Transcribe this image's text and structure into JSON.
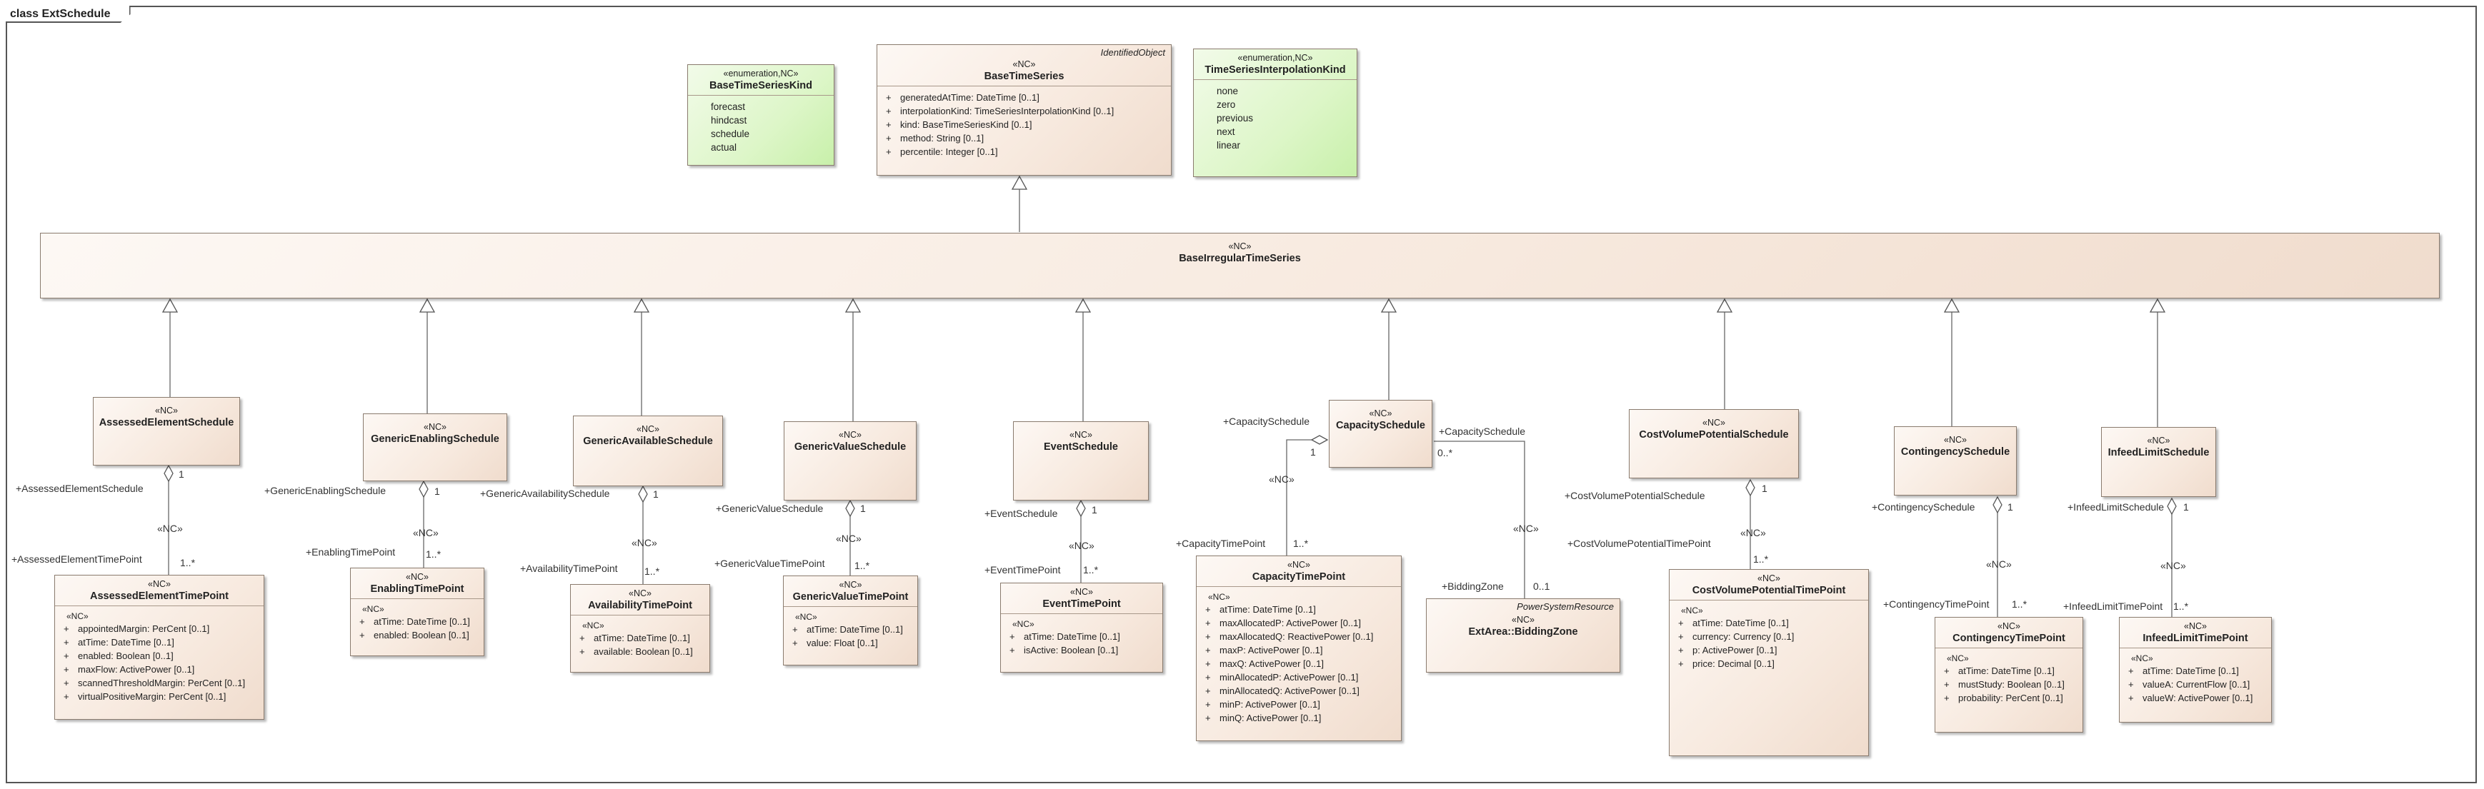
{
  "frame_title": "class ExtSchedule",
  "colors": {
    "class_fill": "#f7e9de",
    "enum_fill": "#ddf6c8",
    "border": "#8a7b6e"
  },
  "enums": {
    "base_time_series_kind": {
      "stereotype": "«enumeration,NC»",
      "name": "BaseTimeSeriesKind",
      "literals": [
        "forecast",
        "hindcast",
        "schedule",
        "actual"
      ]
    },
    "interpolation_kind": {
      "stereotype": "«enumeration,NC»",
      "name": "TimeSeriesInterpolationKind",
      "literals": [
        "none",
        "zero",
        "previous",
        "next",
        "linear"
      ]
    }
  },
  "base_time_series": {
    "parent_name": "IdentifiedObject",
    "stereotype": "«NC»",
    "name": "BaseTimeSeries",
    "attrs": [
      "generatedAtTime: DateTime [0..1]",
      "interpolationKind: TimeSeriesInterpolationKind [0..1]",
      "kind: BaseTimeSeriesKind [0..1]",
      "method: String [0..1]",
      "percentile: Integer [0..1]"
    ]
  },
  "base_irregular": {
    "stereotype": "«NC»",
    "name": "BaseIrregularTimeSeries"
  },
  "schedules": {
    "assessed": {
      "stereotype": "«NC»",
      "name": "AssessedElementSchedule"
    },
    "enabling": {
      "stereotype": "«NC»",
      "name": "GenericEnablingSchedule"
    },
    "available": {
      "stereotype": "«NC»",
      "name": "GenericAvailableSchedule"
    },
    "value": {
      "stereotype": "«NC»",
      "name": "GenericValueSchedule"
    },
    "event": {
      "stereotype": "«NC»",
      "name": "EventSchedule"
    },
    "capacity": {
      "stereotype": "«NC»",
      "name": "CapacitySchedule"
    },
    "costvolume": {
      "stereotype": "«NC»",
      "name": "CostVolumePotentialSchedule"
    },
    "contingency": {
      "stereotype": "«NC»",
      "name": "ContingencySchedule"
    },
    "infeed": {
      "stereotype": "«NC»",
      "name": "InfeedLimitSchedule"
    }
  },
  "points": {
    "assessed": {
      "stereotype": "«NC»",
      "name": "AssessedElementTimePoint",
      "attr_stereo": "«NC»",
      "attrs": [
        "appointedMargin: PerCent [0..1]",
        "atTime: DateTime [0..1]",
        "enabled: Boolean [0..1]",
        "maxFlow: ActivePower [0..1]",
        "scannedThresholdMargin: PerCent [0..1]",
        "virtualPositiveMargin: PerCent [0..1]"
      ]
    },
    "enabling": {
      "stereotype": "«NC»",
      "name": "EnablingTimePoint",
      "attr_stereo": "«NC»",
      "attrs": [
        "atTime: DateTime [0..1]",
        "enabled: Boolean [0..1]"
      ]
    },
    "available": {
      "stereotype": "«NC»",
      "name": "AvailabilityTimePoint",
      "attr_stereo": "«NC»",
      "attrs": [
        "atTime: DateTime [0..1]",
        "available: Boolean [0..1]"
      ]
    },
    "value": {
      "stereotype": "«NC»",
      "name": "GenericValueTimePoint",
      "attr_stereo": "«NC»",
      "attrs": [
        "atTime: DateTime [0..1]",
        "value: Float [0..1]"
      ]
    },
    "event": {
      "stereotype": "«NC»",
      "name": "EventTimePoint",
      "attr_stereo": "«NC»",
      "attrs": [
        "atTime: DateTime [0..1]",
        "isActive: Boolean [0..1]"
      ]
    },
    "capacity": {
      "stereotype": "«NC»",
      "name": "CapacityTimePoint",
      "attr_stereo": "«NC»",
      "attrs": [
        "atTime: DateTime [0..1]",
        "maxAllocatedP: ActivePower [0..1]",
        "maxAllocatedQ: ReactivePower [0..1]",
        "maxP: ActivePower [0..1]",
        "maxQ: ActivePower [0..1]",
        "minAllocatedP: ActivePower [0..1]",
        "minAllocatedQ: ActivePower [0..1]",
        "minP: ActivePower [0..1]",
        "minQ: ActivePower [0..1]"
      ]
    },
    "costvolume": {
      "stereotype": "«NC»",
      "name": "CostVolumePotentialTimePoint",
      "attr_stereo": "«NC»",
      "attrs": [
        "atTime: DateTime [0..1]",
        "currency: Currency [0..1]",
        "p: ActivePower [0..1]",
        "price: Decimal [0..1]"
      ]
    },
    "contingency": {
      "stereotype": "«NC»",
      "name": "ContingencyTimePoint",
      "attr_stereo": "«NC»",
      "attrs": [
        "atTime: DateTime [0..1]",
        "mustStudy: Boolean [0..1]",
        "probability: PerCent [0..1]"
      ]
    },
    "infeed": {
      "stereotype": "«NC»",
      "name": "InfeedLimitTimePoint",
      "attr_stereo": "«NC»",
      "attrs": [
        "atTime: DateTime [0..1]",
        "valueA: CurrentFlow [0..1]",
        "valueW: ActivePower [0..1]"
      ]
    }
  },
  "bidding_zone": {
    "parent_name": "PowerSystemResource",
    "stereotype": "«NC»",
    "name": "ExtArea::BiddingZone"
  },
  "labels": {
    "plus": "+",
    "assessed_role_s": "+AssessedElementSchedule",
    "assessed_role_p": "+AssessedElementTimePoint",
    "enabling_role_s": "+GenericEnablingSchedule",
    "enabling_role_p": "+EnablingTimePoint",
    "available_role_s": "+GenericAvailabilitySchedule",
    "available_role_p": "+AvailabilityTimePoint",
    "value_role_s": "+GenericValueSchedule",
    "value_role_p": "+GenericValueTimePoint",
    "event_role_s": "+EventSchedule",
    "event_role_p": "+EventTimePoint",
    "capacity_role_s": "+CapacitySchedule",
    "capacity_role_p": "+CapacityTimePoint",
    "capacity_role_s2": "+CapacitySchedule",
    "bidding_role": "+BiddingZone",
    "costvolume_role_s": "+CostVolumePotentialSchedule",
    "costvolume_role_p": "+CostVolumePotentialTimePoint",
    "contingency_role_s": "+ContingencySchedule",
    "contingency_role_p": "+ContingencyTimePoint",
    "infeed_role_s": "+InfeedLimitSchedule",
    "infeed_role_p": "+InfeedLimitTimePoint",
    "nc": "«NC»",
    "mult_one": "1",
    "mult_many": "1..*",
    "mult_zero_many": "0..*",
    "mult_zero_one": "0..1"
  }
}
